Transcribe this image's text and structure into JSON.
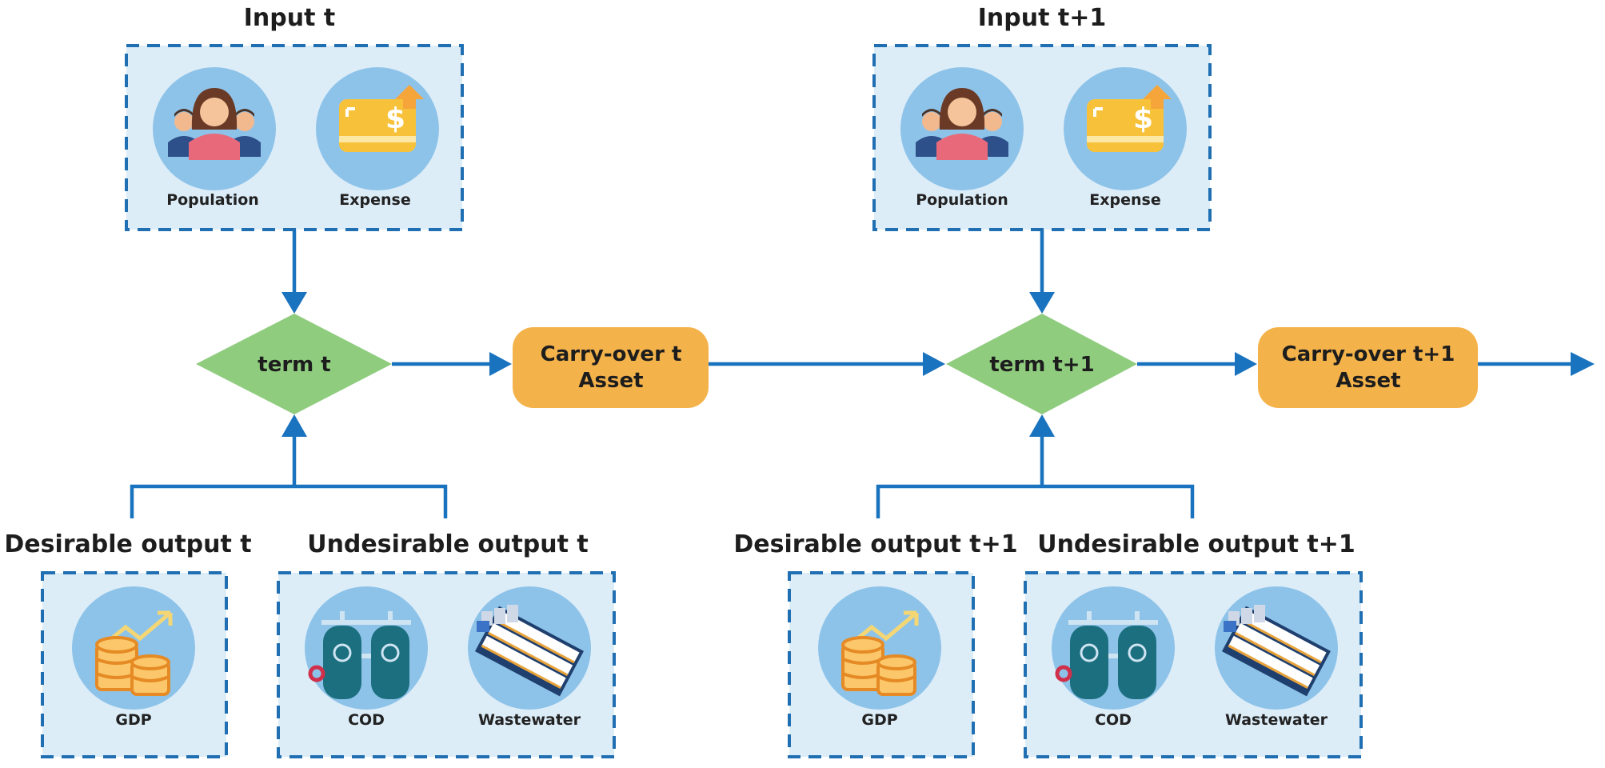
{
  "inputs": [
    {
      "title": "Input t",
      "items": [
        {
          "label": "Population",
          "icon": "population-icon"
        },
        {
          "label": "Expense",
          "icon": "expense-card-icon"
        }
      ]
    },
    {
      "title": "Input t+1",
      "items": [
        {
          "label": "Population",
          "icon": "population-icon"
        },
        {
          "label": "Expense",
          "icon": "expense-card-icon"
        }
      ]
    }
  ],
  "terms": [
    {
      "label": "term t"
    },
    {
      "label": "term t+1"
    }
  ],
  "carry_over": [
    {
      "line1": "Carry-over t",
      "line2": "Asset"
    },
    {
      "line1": "Carry-over t+1",
      "line2": "Asset"
    }
  ],
  "desirable_outputs": [
    {
      "title": "Desirable output t",
      "items": [
        {
          "label": "GDP",
          "icon": "gdp-coins-icon"
        }
      ]
    },
    {
      "title": "Desirable output t+1",
      "items": [
        {
          "label": "GDP",
          "icon": "gdp-coins-icon"
        }
      ]
    }
  ],
  "undesirable_outputs": [
    {
      "title": "Undesirable output t",
      "items": [
        {
          "label": "COD",
          "icon": "cod-tanks-icon"
        },
        {
          "label": "Wastewater",
          "icon": "wastewater-plant-icon"
        }
      ]
    },
    {
      "title": "Undesirable output t+1",
      "items": [
        {
          "label": "COD",
          "icon": "cod-tanks-icon"
        },
        {
          "label": "Wastewater",
          "icon": "wastewater-plant-icon"
        }
      ]
    }
  ],
  "colors": {
    "box_fill": "#dcedf8",
    "box_border": "#1f6fb2",
    "icon_circle": "#8ec3e9",
    "arrow": "#1a73be",
    "term_diamond": "#8fcc7e",
    "asset_box": "#f4b24a"
  }
}
